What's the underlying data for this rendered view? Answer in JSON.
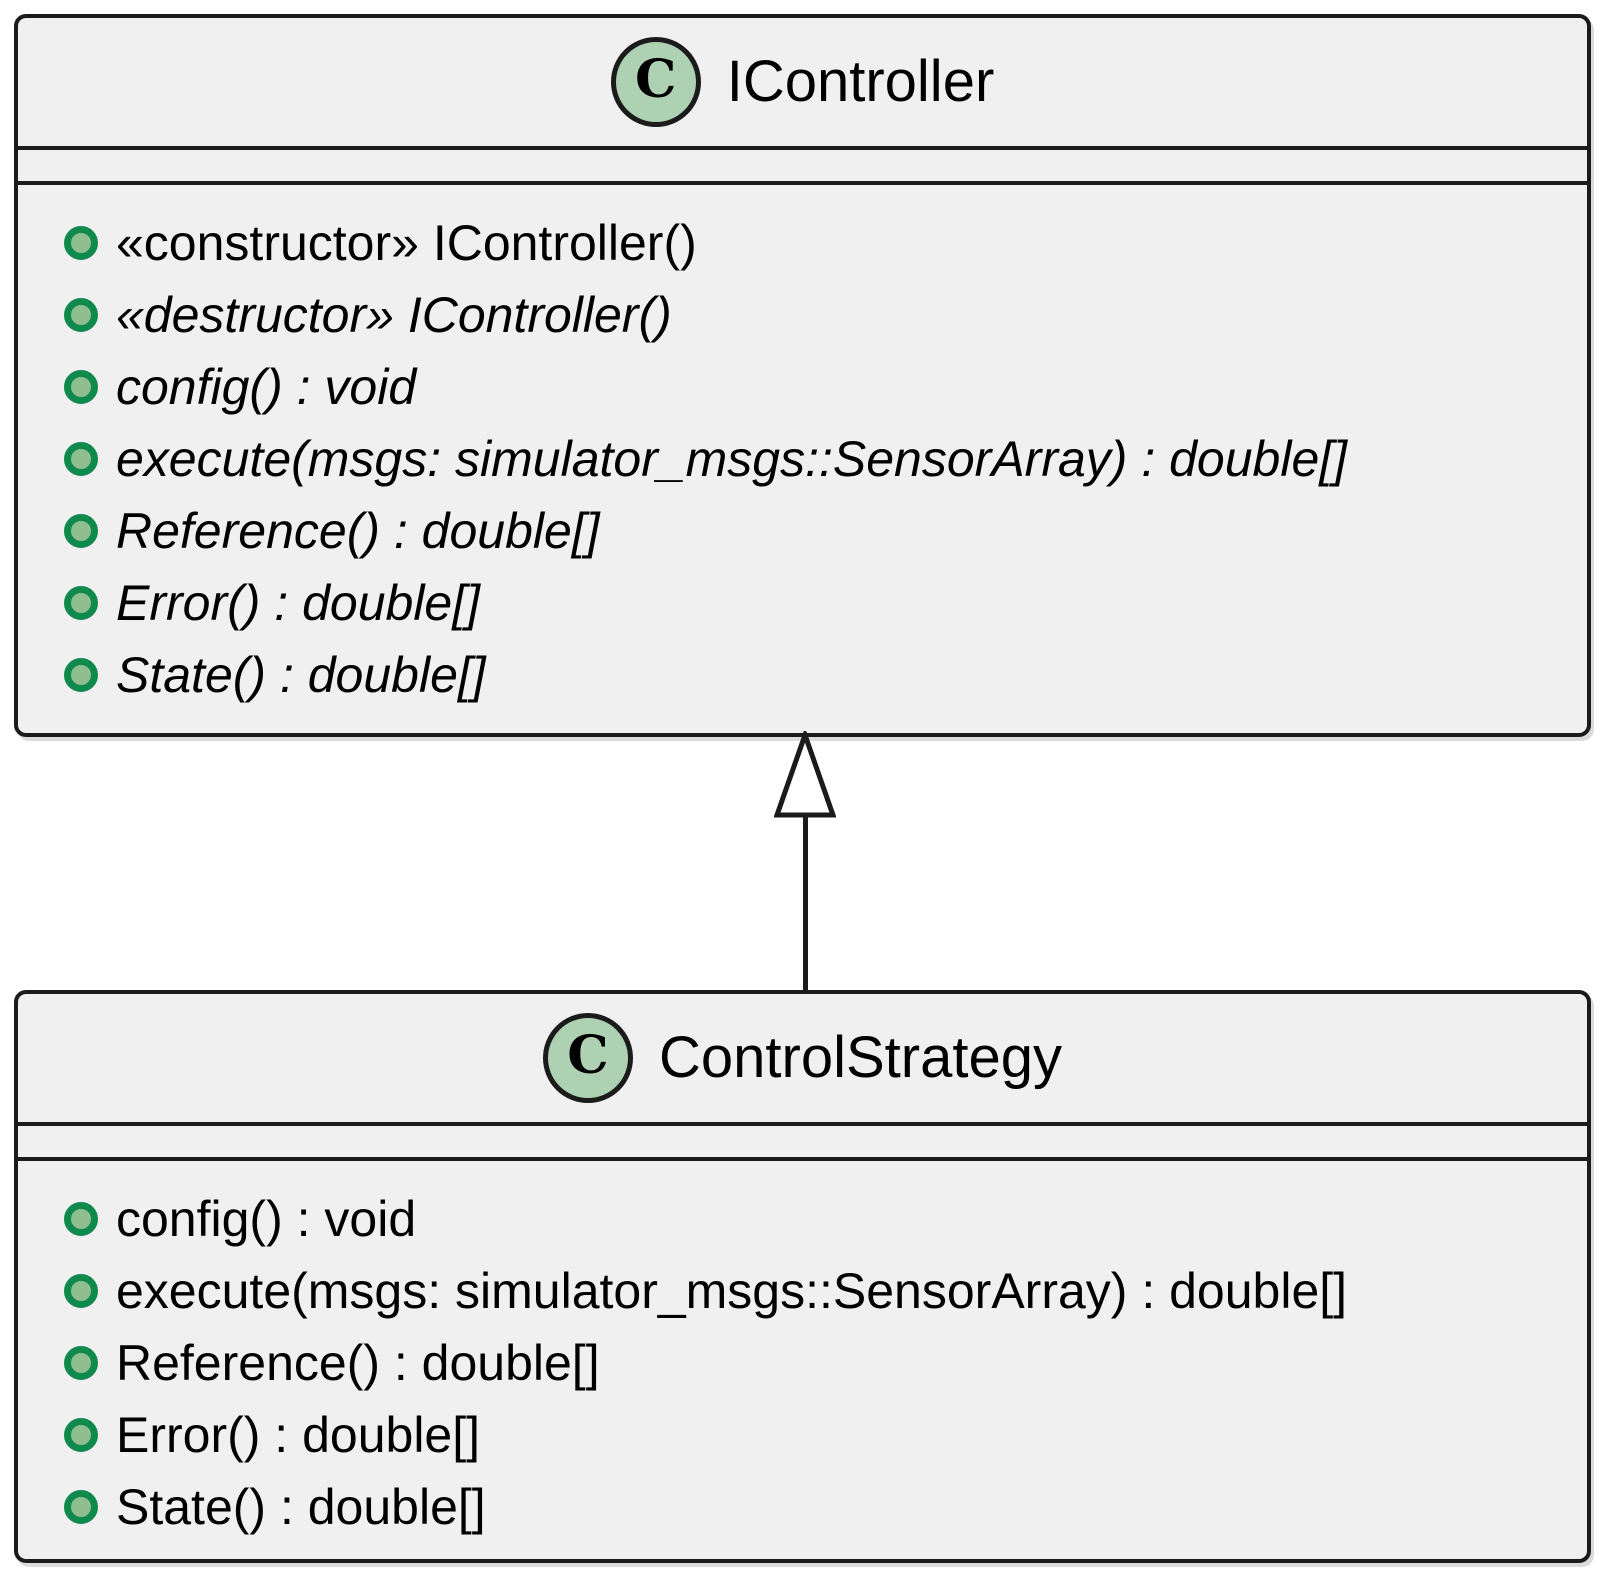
{
  "classes": [
    {
      "name": "IController",
      "icon_letter": "C",
      "members": [
        {
          "text": "«constructor» IController()",
          "style": "normal"
        },
        {
          "text": "«destructor» IController()",
          "style": "italic"
        },
        {
          "text": "config() : void",
          "style": "italic"
        },
        {
          "text": "execute(msgs: simulator_msgs::SensorArray) : double[]",
          "style": "italic"
        },
        {
          "text": "Reference() : double[]",
          "style": "italic"
        },
        {
          "text": "Error() : double[]",
          "style": "italic"
        },
        {
          "text": "State() : double[]",
          "style": "italic"
        }
      ]
    },
    {
      "name": "ControlStrategy",
      "icon_letter": "C",
      "members": [
        {
          "text": "config() : void",
          "style": "normal"
        },
        {
          "text": "execute(msgs: simulator_msgs::SensorArray) : double[]",
          "style": "normal"
        },
        {
          "text": "Reference() : double[]",
          "style": "normal"
        },
        {
          "text": "Error() : double[]",
          "style": "normal"
        },
        {
          "text": "State() : double[]",
          "style": "normal"
        }
      ]
    }
  ],
  "relationship": {
    "type": "inheritance",
    "child": "ControlStrategy",
    "parent": "IController"
  },
  "colors": {
    "box_fill": "#f0f0f0",
    "box_border": "#1b1b1b",
    "class_icon_fill": "#add1b2",
    "public_bullet_fill": "#8fbf8f",
    "public_bullet_border": "#0e8a4c",
    "triangle_fill": "#ffffff"
  }
}
